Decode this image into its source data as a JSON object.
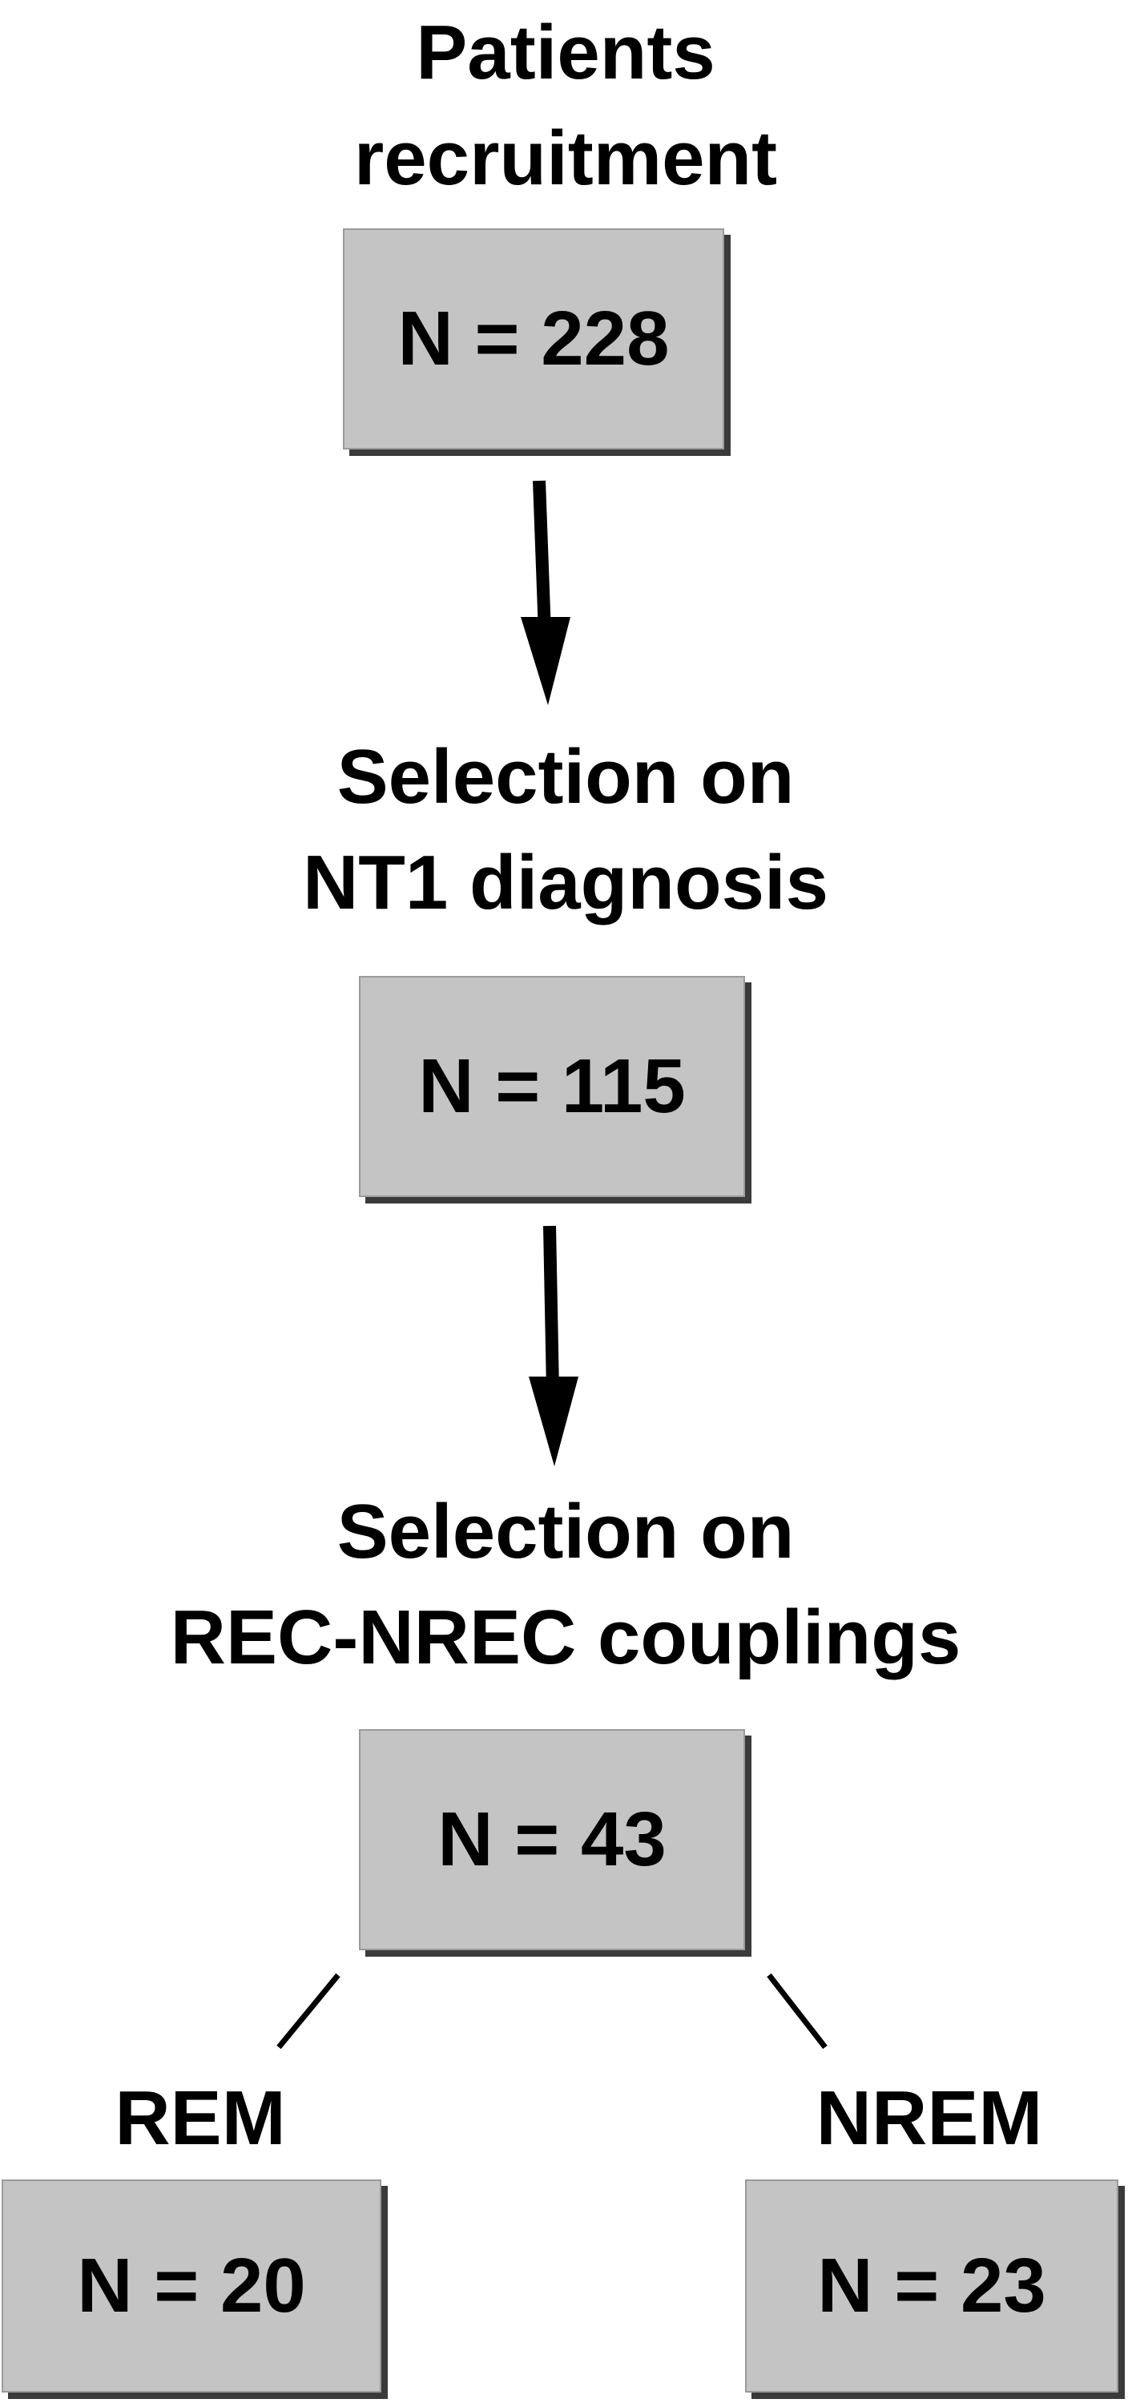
{
  "stages": [
    {
      "title_line1": "Patients",
      "title_line2": "recruitment",
      "count": "N = 228"
    },
    {
      "title_line1": "Selection on",
      "title_line2": "NT1 diagnosis",
      "count": "N = 115"
    },
    {
      "title_line1": "Selection on",
      "title_line2": "REC-NREC couplings",
      "count": "N = 43"
    }
  ],
  "branches": [
    {
      "title": "REM",
      "count": "N = 20"
    },
    {
      "title": "NREM",
      "count": "N = 23"
    }
  ]
}
